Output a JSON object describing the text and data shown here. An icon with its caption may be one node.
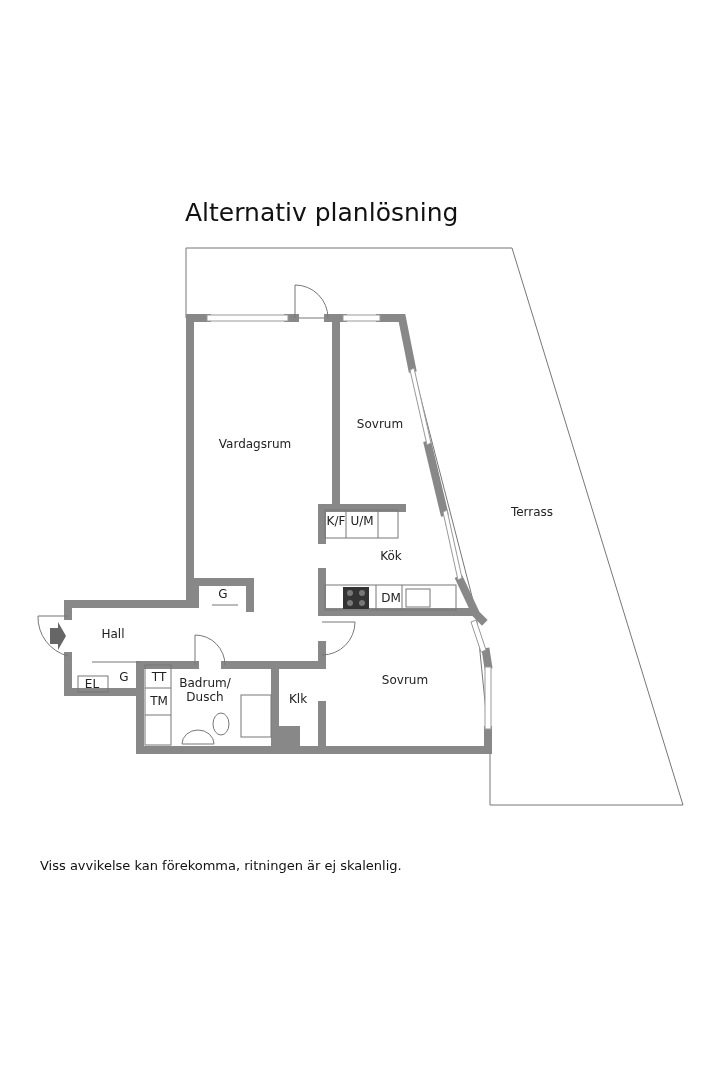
{
  "diagram": {
    "title": "Alternativ planlösning",
    "caption": "Viss avvikelse kan förekomma, ritningen är ej skalenlig.",
    "labels": [
      "Sovrum",
      "Vardagsrum",
      "Terrass",
      "K/F",
      "U/M",
      "Kök",
      "G",
      "DM",
      "Hall",
      "TT",
      "G",
      "Sovrum",
      "EL",
      "Badrum/ Dusch",
      "Klk",
      "TM"
    ]
  }
}
